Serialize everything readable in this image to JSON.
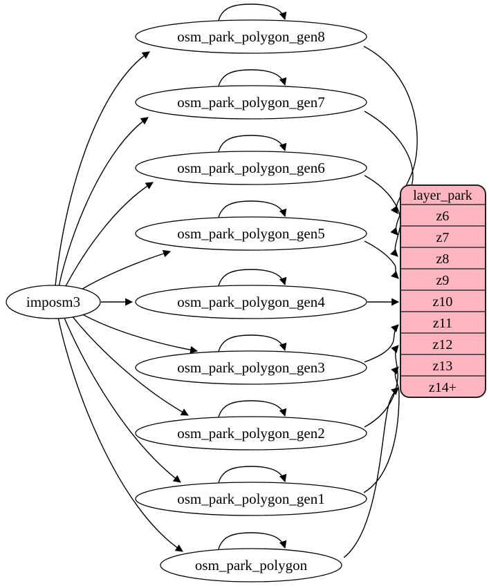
{
  "diagram": {
    "background": "#ffffff",
    "source": {
      "label": "imposm3"
    },
    "nodes": [
      {
        "label": "osm_park_polygon_gen8"
      },
      {
        "label": "osm_park_polygon_gen7"
      },
      {
        "label": "osm_park_polygon_gen6"
      },
      {
        "label": "osm_park_polygon_gen5"
      },
      {
        "label": "osm_park_polygon_gen4"
      },
      {
        "label": "osm_park_polygon_gen3"
      },
      {
        "label": "osm_park_polygon_gen2"
      },
      {
        "label": "osm_park_polygon_gen1"
      },
      {
        "label": "osm_park_polygon"
      }
    ],
    "table": {
      "title": "layer_park",
      "rows": [
        "z6",
        "z7",
        "z8",
        "z9",
        "z10",
        "z11",
        "z12",
        "z13",
        "z14+"
      ],
      "fill": "#ffb6c1",
      "border": "#1f1f1f"
    },
    "edges": {
      "from_source": [
        {
          "from": "imposm3",
          "to": "osm_park_polygon_gen8"
        },
        {
          "from": "imposm3",
          "to": "osm_park_polygon_gen7"
        },
        {
          "from": "imposm3",
          "to": "osm_park_polygon_gen6"
        },
        {
          "from": "imposm3",
          "to": "osm_park_polygon_gen5"
        },
        {
          "from": "imposm3",
          "to": "osm_park_polygon_gen4"
        },
        {
          "from": "imposm3",
          "to": "osm_park_polygon_gen3"
        },
        {
          "from": "imposm3",
          "to": "osm_park_polygon_gen2"
        },
        {
          "from": "imposm3",
          "to": "osm_park_polygon_gen1"
        },
        {
          "from": "imposm3",
          "to": "osm_park_polygon"
        }
      ],
      "self_loops": [
        "osm_park_polygon_gen8",
        "osm_park_polygon_gen7",
        "osm_park_polygon_gen6",
        "osm_park_polygon_gen5",
        "osm_park_polygon_gen4",
        "osm_park_polygon_gen3",
        "osm_park_polygon_gen2",
        "osm_park_polygon_gen1",
        "osm_park_polygon"
      ],
      "to_table": [
        {
          "from": "osm_park_polygon_gen8",
          "to": "z6"
        },
        {
          "from": "osm_park_polygon_gen7",
          "to": "z7"
        },
        {
          "from": "osm_park_polygon_gen6",
          "to": "z8"
        },
        {
          "from": "osm_park_polygon_gen5",
          "to": "z9"
        },
        {
          "from": "osm_park_polygon_gen4",
          "to": "z10"
        },
        {
          "from": "osm_park_polygon_gen3",
          "to": "z11"
        },
        {
          "from": "osm_park_polygon_gen2",
          "to": "z12"
        },
        {
          "from": "osm_park_polygon_gen1",
          "to": "z13"
        },
        {
          "from": "osm_park_polygon",
          "to": "z14+"
        }
      ]
    },
    "colors": {
      "edge": "#000000",
      "node_fill": "#ffffff",
      "node_stroke": "#000000"
    }
  }
}
